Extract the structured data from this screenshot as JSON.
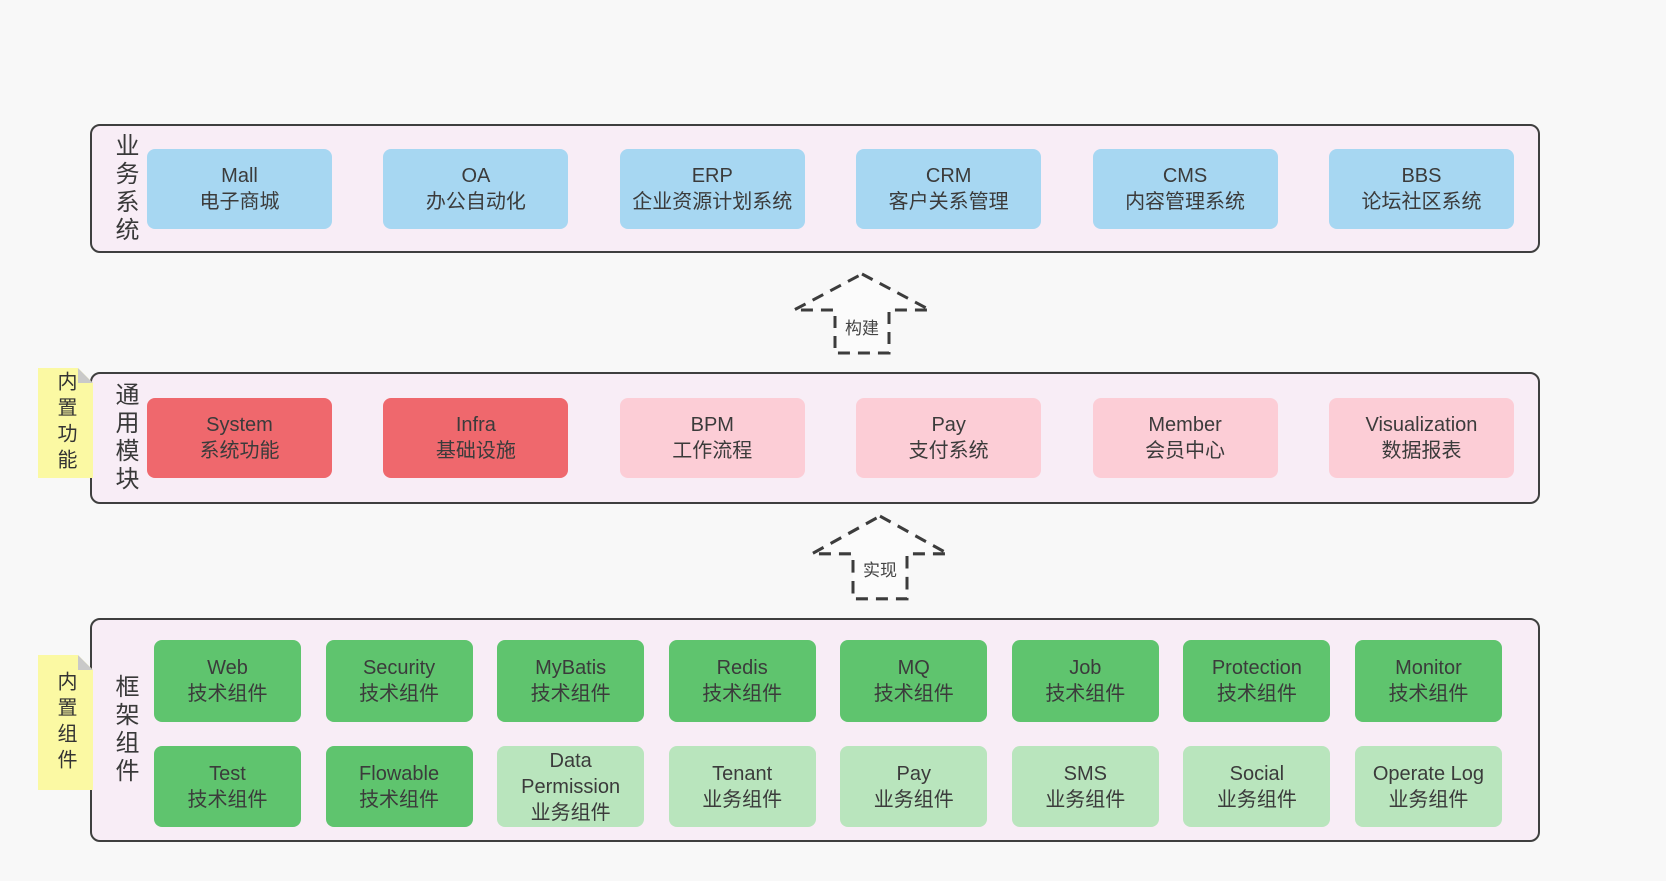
{
  "colors": {
    "page_bg": "#f8f8f8",
    "band_bg": "#f8edf6",
    "band_border": "#3f3f3f",
    "blue": "#a7d7f2",
    "red": "#ef686d",
    "pink": "#fccdd6",
    "green": "#5fc46e",
    "green_light": "#b9e5bd",
    "yellow": "#fbf9a3",
    "fold": "#c9c9c9",
    "text": "#3b3b3b"
  },
  "bands": {
    "business": {
      "label": "业务系统",
      "boxes": [
        {
          "title": "Mall",
          "subtitle": "电子商城",
          "variant": "blue"
        },
        {
          "title": "OA",
          "subtitle": "办公自动化",
          "variant": "blue"
        },
        {
          "title": "ERP",
          "subtitle": "企业资源计划系统",
          "variant": "blue"
        },
        {
          "title": "CRM",
          "subtitle": "客户关系管理",
          "variant": "blue"
        },
        {
          "title": "CMS",
          "subtitle": "内容管理系统",
          "variant": "blue"
        },
        {
          "title": "BBS",
          "subtitle": "论坛社区系统",
          "variant": "blue"
        }
      ]
    },
    "modules": {
      "label": "通用模块",
      "sticky": "内置功能",
      "boxes": [
        {
          "title": "System",
          "subtitle": "系统功能",
          "variant": "red"
        },
        {
          "title": "Infra",
          "subtitle": "基础设施",
          "variant": "red"
        },
        {
          "title": "BPM",
          "subtitle": "工作流程",
          "variant": "pink"
        },
        {
          "title": "Pay",
          "subtitle": "支付系统",
          "variant": "pink"
        },
        {
          "title": "Member",
          "subtitle": "会员中心",
          "variant": "pink"
        },
        {
          "title": "Visualization",
          "subtitle": "数据报表",
          "variant": "pink"
        }
      ]
    },
    "components": {
      "label": "框架组件",
      "sticky": "内置组件",
      "rows": [
        [
          {
            "title": "Web",
            "subtitle": "技术组件",
            "variant": "green"
          },
          {
            "title": "Security",
            "subtitle": "技术组件",
            "variant": "green"
          },
          {
            "title": "MyBatis",
            "subtitle": "技术组件",
            "variant": "green"
          },
          {
            "title": "Redis",
            "subtitle": "技术组件",
            "variant": "green"
          },
          {
            "title": "MQ",
            "subtitle": "技术组件",
            "variant": "green"
          },
          {
            "title": "Job",
            "subtitle": "技术组件",
            "variant": "green"
          },
          {
            "title": "Protection",
            "subtitle": "技术组件",
            "variant": "green"
          },
          {
            "title": "Monitor",
            "subtitle": "技术组件",
            "variant": "green"
          }
        ],
        [
          {
            "title": "Test",
            "subtitle": "技术组件",
            "variant": "green"
          },
          {
            "title": "Flowable",
            "subtitle": "技术组件",
            "variant": "green"
          },
          {
            "title": "Data Permission",
            "subtitle": "业务组件",
            "variant": "green-light"
          },
          {
            "title": "Tenant",
            "subtitle": "业务组件",
            "variant": "green-light"
          },
          {
            "title": "Pay",
            "subtitle": "业务组件",
            "variant": "green-light"
          },
          {
            "title": "SMS",
            "subtitle": "业务组件",
            "variant": "green-light"
          },
          {
            "title": "Social",
            "subtitle": "业务组件",
            "variant": "green-light"
          },
          {
            "title": "Operate Log",
            "subtitle": "业务组件",
            "variant": "green-light"
          }
        ]
      ]
    }
  },
  "arrows": [
    {
      "label": "构建"
    },
    {
      "label": "实现"
    }
  ]
}
